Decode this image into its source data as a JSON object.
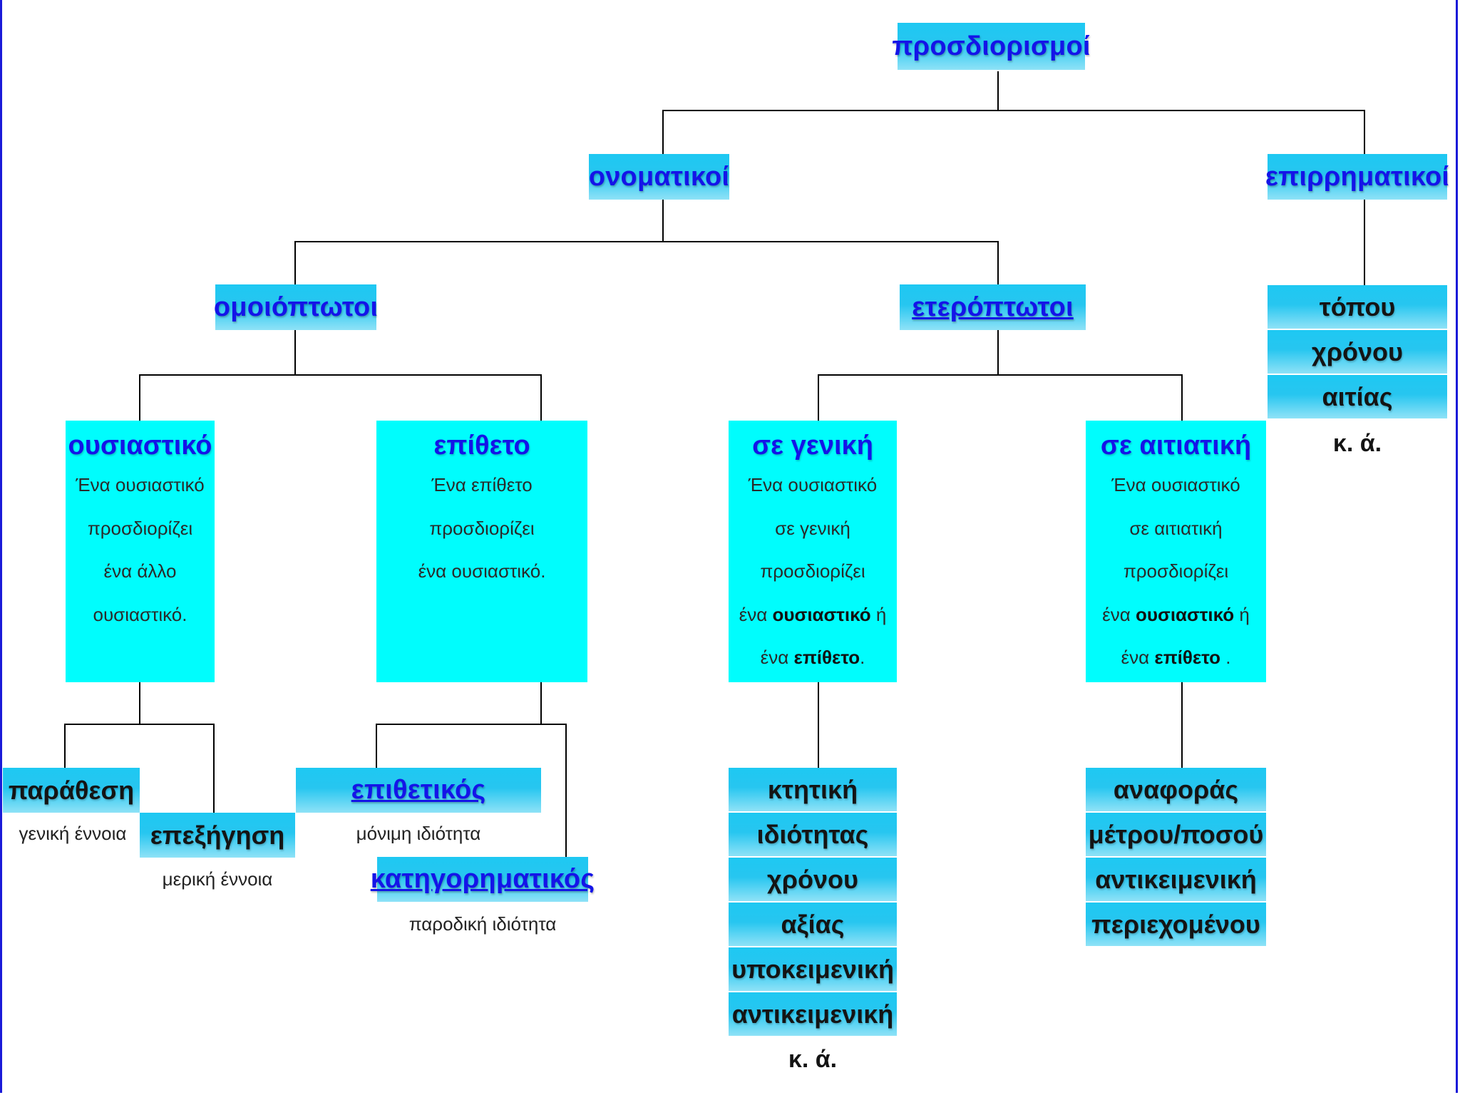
{
  "root": "προσδιορισμοί",
  "onomatikoi": "ονοματικοί",
  "epirrimatikoi": "επιρρηματικοί",
  "omoioptotoi": "ομοιόπτωτοι",
  "eteroptotoi": "ετερόπτωτοι",
  "epirrimatikoi_items": [
    "τόπου",
    "χρόνου",
    "αιτίας"
  ],
  "epirrimatikoi_ka": "κ. ά.",
  "ousiastiko": {
    "title": "ουσιαστικό",
    "lines": [
      "Ένα ουσιαστικό",
      "προσδιορίζει",
      "ένα άλλο",
      "ουσιαστικό."
    ]
  },
  "epitheto": {
    "title": "επίθετο",
    "lines": [
      "Ένα επίθετο",
      "προσδιορίζει",
      "ένα ουσιαστικό."
    ]
  },
  "se_geniki": {
    "title": "σε γενική",
    "line1": "Ένα ουσιαστικό",
    "line2": "σε γενική",
    "line3": "προσδιορίζει",
    "line4_a": "ένα ",
    "line4_b": "ουσιαστικό",
    "line4_c": " ή",
    "line5_a": "ένα ",
    "line5_b": "επίθετο",
    "line5_c": "."
  },
  "se_aitiatiki": {
    "title": "σε αιτιατική",
    "line1": "Ένα ουσιαστικό",
    "line2": "σε αιτιατική",
    "line3": "προσδιορίζει",
    "line4_a": "ένα ",
    "line4_b": "ουσιαστικό",
    "line4_c": " ή",
    "line5_a": "ένα ",
    "line5_b": "επίθετο",
    "line5_c": " ."
  },
  "parathesi": {
    "label": "παράθεση",
    "note": "γενική έννοια"
  },
  "epexigisi": {
    "label": "επεξήγηση",
    "note": "μερική έννοια"
  },
  "epithetikos": {
    "label": "επιθετικός",
    "note": "μόνιμη ιδιότητα"
  },
  "katigorimatikos": {
    "label": "κατηγορηματικός",
    "note": "παροδική ιδιότητα"
  },
  "geniki_items": [
    "κτητική",
    "ιδιότητας",
    "χρόνου",
    "αξίας",
    "υποκειμενική",
    "αντικειμενική"
  ],
  "geniki_ka": "κ. ά.",
  "aitiatiki_items": [
    "αναφοράς",
    "μέτρου/ποσού",
    "αντικειμενική",
    "περιεχομένου"
  ],
  "colors": {
    "box_cyan": "#00fdfd",
    "header_blue": "#1ec8f2",
    "title_text": "#1414e8",
    "frame": "#1a1ad8"
  }
}
